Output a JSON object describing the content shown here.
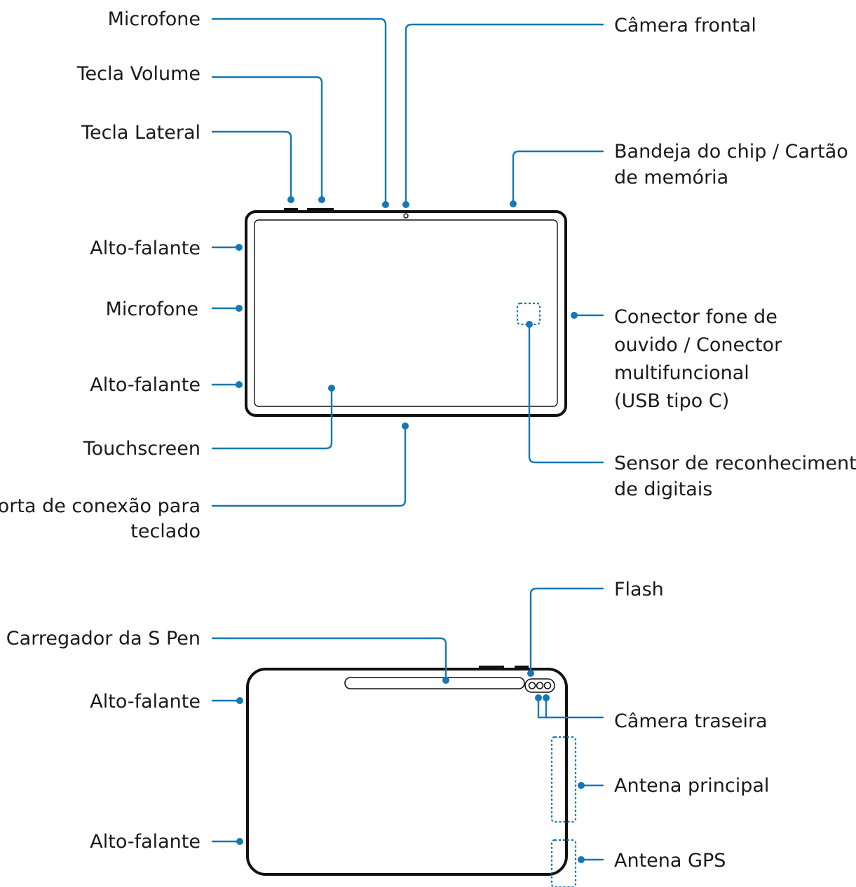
{
  "accent_color": "#1577b3",
  "front_view": {
    "labels": {
      "microfone_top": "Microfone",
      "camera_frontal": "Câmera frontal",
      "tecla_volume": "Tecla Volume",
      "tecla_lateral": "Tecla Lateral",
      "bandeja_line1": "Bandeja do chip / Cartão",
      "bandeja_line2": "de memória",
      "alto_falante_top": "Alto-falante",
      "microfone_side": "Microfone",
      "conector_line1": "Conector fone de",
      "conector_line2": "ouvido / Conector",
      "conector_line3": "multifuncional",
      "conector_line4": "(USB tipo C)",
      "alto_falante_bottom": "Alto-falante",
      "touchscreen": "Touchscreen",
      "sensor_line1": "Sensor de reconhecimento",
      "sensor_line2": "de digitais",
      "porta_line1": "Porta de conexão para",
      "porta_line2": "teclado"
    }
  },
  "back_view": {
    "labels": {
      "flash": "Flash",
      "carregador": "Carregador da S Pen",
      "alto_falante_top": "Alto-falante",
      "camera_traseira": "Câmera traseira",
      "antena_principal": "Antena principal",
      "alto_falante_bottom": "Alto-falante",
      "antena_gps": "Antena GPS"
    }
  }
}
